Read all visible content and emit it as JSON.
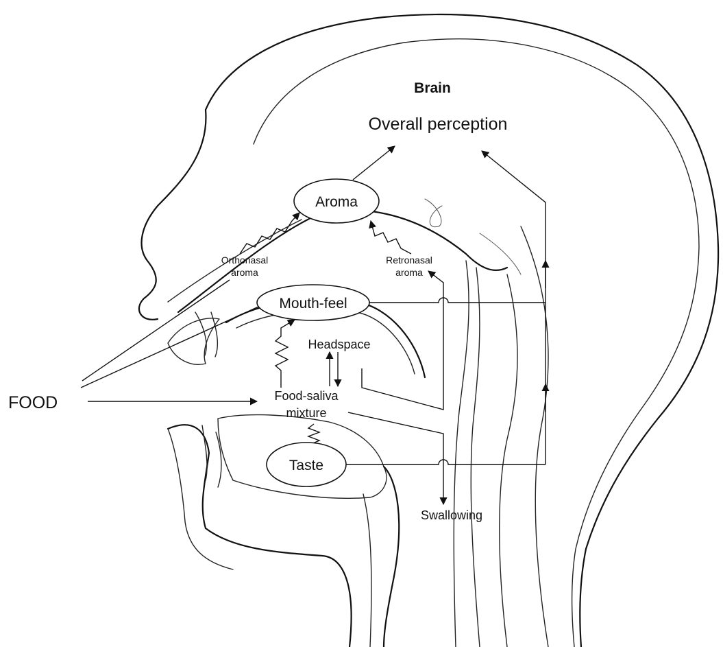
{
  "brain": {
    "heading": "Brain",
    "overall": "Overall perception"
  },
  "nodes": {
    "aroma": "Aroma",
    "mouthfeel": "Mouth-feel",
    "taste": "Taste"
  },
  "labels": {
    "orthonasal_1": "Orthonasal",
    "orthonasal_2": "aroma",
    "retronasal_1": "Retronasal",
    "retronasal_2": "aroma",
    "headspace": "Headspace",
    "food_saliva_1": "Food-saliva",
    "food_saliva_2": "mixture",
    "food": "FOOD",
    "swallowing": "Swallowing"
  },
  "colors": {
    "ink": "#111111",
    "background": "#ffffff"
  }
}
